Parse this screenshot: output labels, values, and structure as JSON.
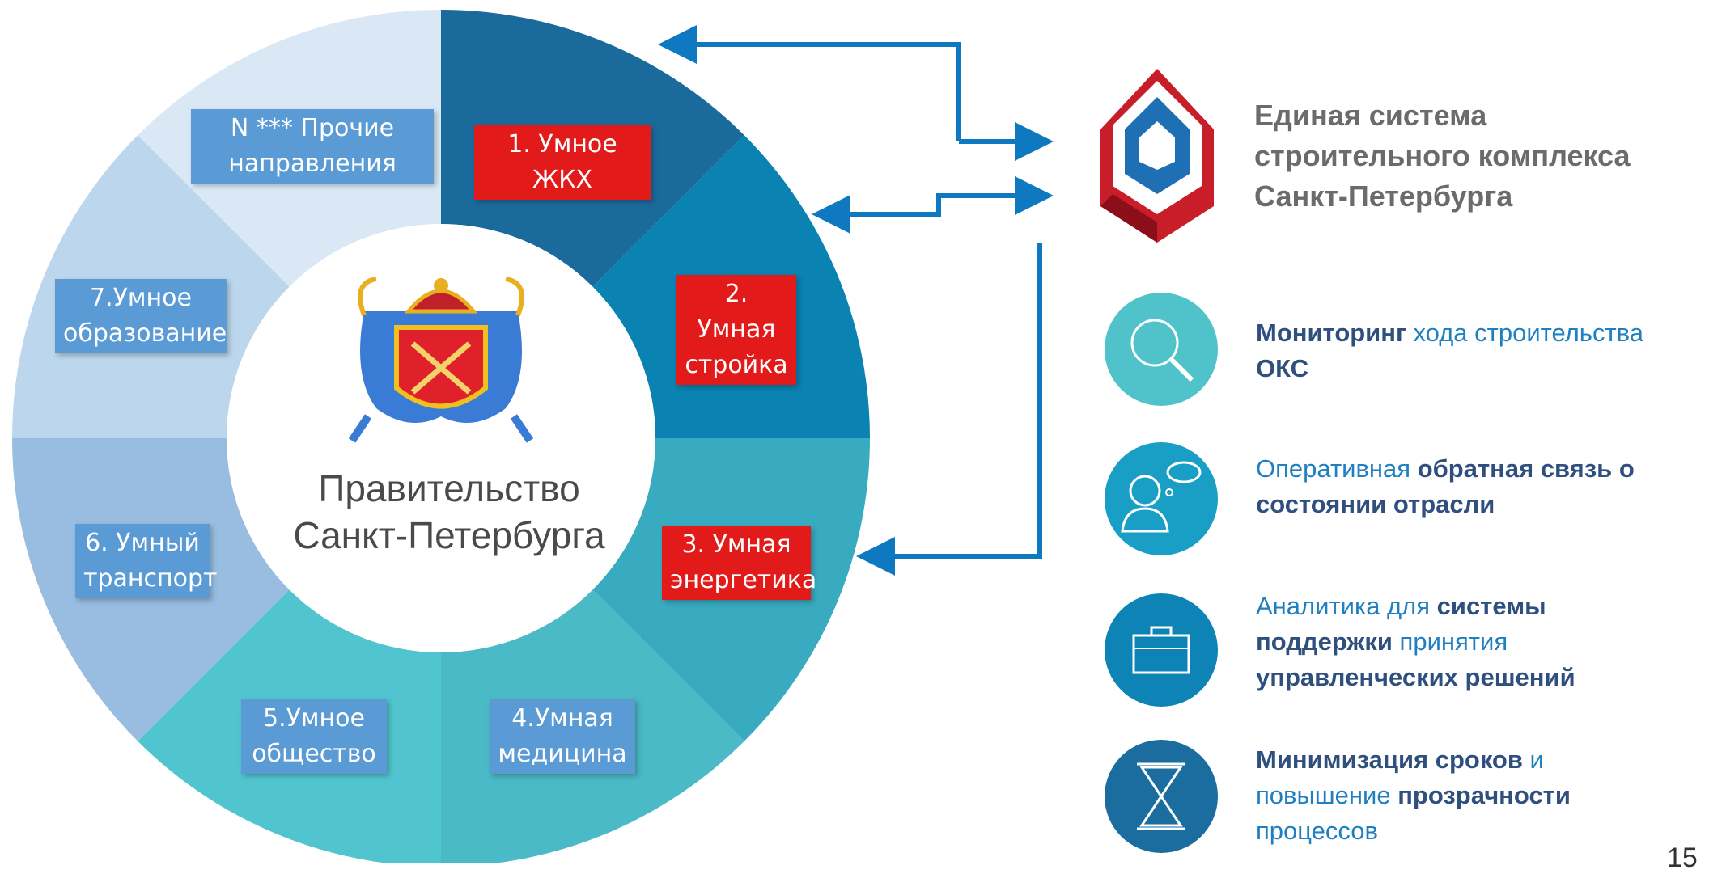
{
  "center": {
    "title_line1": "Правительство",
    "title_line2": "Санкт-Петербурга"
  },
  "segments": [
    {
      "label_line1": "1. Умное ЖКХ",
      "label_line2": "",
      "highlight": true,
      "color": "#1b6a9c"
    },
    {
      "label_line1": "2. Умная",
      "label_line2": "стройка",
      "highlight": true,
      "color": "#0a82b2"
    },
    {
      "label_line1": "3. Умная",
      "label_line2": "энергетика",
      "highlight": true,
      "color": "#38abc1"
    },
    {
      "label_line1": "4.Умная",
      "label_line2": "медицина",
      "highlight": false,
      "color": "#49bac6"
    },
    {
      "label_line1": "5.Умное",
      "label_line2": "общество",
      "highlight": false,
      "color": "#51c5cf"
    },
    {
      "label_line1": "6. Умный",
      "label_line2": "транспорт",
      "highlight": false,
      "color": "#98bde0"
    },
    {
      "label_line1": "7.Умное",
      "label_line2": "образование",
      "highlight": false,
      "color": "#bcd6ed"
    },
    {
      "label_line1": "N *** Прочие",
      "label_line2": "направления",
      "highlight": false,
      "color": "#dae8f5"
    }
  ],
  "system": {
    "title_line1": "Единая система",
    "title_line2": "строительного комплекса",
    "title_line3": "Санкт-Петербурга"
  },
  "features": [
    {
      "icon": "magnifier-icon",
      "parts": [
        {
          "text": "Мониторинг",
          "bold": true
        },
        {
          "text": " хода строительства ",
          "bold": false
        },
        {
          "text": "ОКС",
          "bold": true
        }
      ]
    },
    {
      "icon": "person-thought-icon",
      "parts": [
        {
          "text": "Оперативная ",
          "bold": false
        },
        {
          "text": "обратная связь о состоянии отрасли",
          "bold": true
        }
      ]
    },
    {
      "icon": "briefcase-icon",
      "parts": [
        {
          "text": "Аналитика для ",
          "bold": false
        },
        {
          "text": "системы поддержки",
          "bold": true
        },
        {
          "text": " принятия ",
          "bold": false
        },
        {
          "text": "управленческих решений",
          "bold": true
        }
      ]
    },
    {
      "icon": "hourglass-icon",
      "parts": [
        {
          "text": "Минимизация сроков",
          "bold": true
        },
        {
          "text": " и повышение ",
          "bold": false
        },
        {
          "text": "прозрачности",
          "bold": true
        },
        {
          "text": " процессов",
          "bold": false
        }
      ]
    }
  ],
  "colors": {
    "arrow": "#0e78c0",
    "label_red": "#e31a1a",
    "label_blue": "#5b9bd5",
    "bold_text": "#2f4f7f",
    "text_blue": "#1f7fc0"
  },
  "page_number": "15"
}
